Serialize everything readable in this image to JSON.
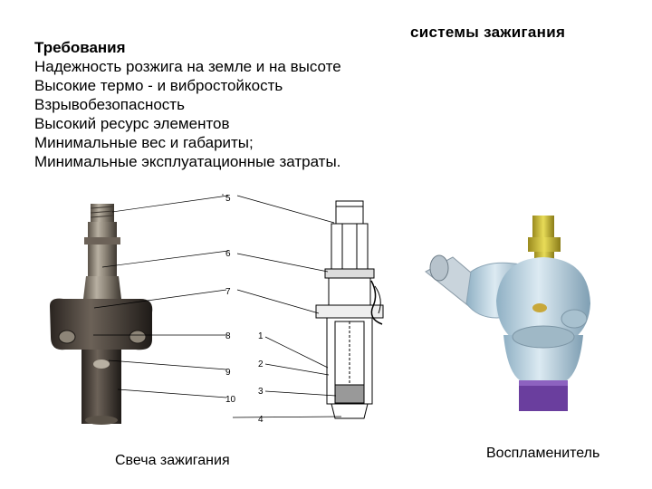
{
  "slide": {
    "title": "системы зажигания",
    "requirements_heading": "Требования",
    "requirements": [
      "Надежность розжига на земле и на высоте",
      "Высокие термо - и вибростойкость",
      "Взрывобезопасность",
      "Высокий ресурс элементов",
      "Минимальные вес и габариты;",
      "Минимальные эксплуатационные затраты."
    ],
    "callout_numbers": [
      "5",
      "6",
      "7",
      "8",
      "9",
      "10",
      "1",
      "2",
      "3",
      "4"
    ],
    "caption_spark_plug": "Свеча зажигания",
    "caption_igniter": "Воспламенитель"
  }
}
